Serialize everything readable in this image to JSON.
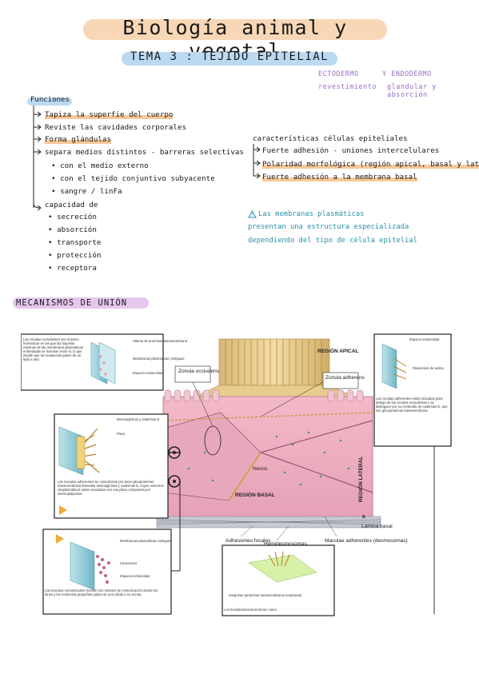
{
  "header": {
    "title": "Biología animal y vegetal",
    "subtitle": "TEMA 3 : TEJIDO EPITELIAL"
  },
  "origin_note": {
    "line1_a": "ECTODERMO",
    "line1_b": "Y ENDODERMO",
    "line2_a": "revestimiento",
    "line2_b": "glandular y absorción"
  },
  "funciones": {
    "heading": "Funciones",
    "items": [
      "Tapiza la superfie del cuerpo",
      "Reviste las cavidades corporales",
      "Forma glándulas",
      "separa medios distintos - barreras selectivas"
    ],
    "sub_items": [
      "con el medio externo",
      "con el tejido conjuntivo subyacente",
      "sangre / linFa"
    ],
    "capacidad_heading": "capacidad de",
    "capacidad_items": [
      "secreción",
      "absorción",
      "transporte",
      "protección",
      "receptora"
    ]
  },
  "caracteristicas": {
    "heading": "características células epiteliales",
    "items": [
      "Fuerte adhesión - uniones intercelulares",
      "Polaridad morfológica (región apical, basal y lateral)",
      "Fuerte adhesión a la membrana basal"
    ]
  },
  "warning_note": {
    "line1": "Las membranas plasmáticas",
    "line2": "presentan una estructura especializada",
    "line3": "dependiendo del tipo de célula epitelial"
  },
  "mecanismos": {
    "heading": "MECANISMOS DE UNIÓN"
  },
  "figure": {
    "labels": {
      "region_apical": "REGIÓN APICAL",
      "region_lateral": "REGIÓN LATERAL",
      "region_basal": "REGIÓN BASAL",
      "zonula_occludens": "Zonula occludens",
      "zonula_adherens": "Zonula adherens",
      "nexos": "Nexos",
      "lamina_basal": "Lámina basal",
      "adhesiones_focales": "Adhesiones focales",
      "hemidesmosomas": "Hemidesmosomas",
      "maculae": "Maculae adherentes (desmosomas)",
      "panel_b": "b",
      "desmogleinas": "Desmogleínas y caderinas E",
      "placa": "Placa",
      "hileras": "Hileras de proteínas transmembrana",
      "membranas_contiguas": "Membranas plasmáticas contiguas",
      "espacio_extracelular": "Espacio extracelular",
      "filamentos_actina": "Filamentos de actina",
      "conexones": "Conexones",
      "integrinas": "Integrinas (proteínas transmembrana receptoras)"
    },
    "captions": {
      "zonulas_occludentes": "Las zonulas occludentes son uniones herméticas en las que las hojuelas externas de las membranas plasmáticas enfrentadas se fusionan entre sí, lo que impide que las sustancias pasen de un lado a otro.",
      "maculas": "Las maculas adherentes se caracterizan por tener glicoproteínas transmembrana llamadas desmogleínas y caderinas E, cuyos extremos citoplasmáticos están asociados con una placa compuesta por desmoplaquinas.",
      "zonulas_adherentes": "Las zonulas adherentes están ubicadas justo debajo de las zonulas occludentes y se distinguen por su contenido de caderinas E, que son glicoproteínas transmembrana.",
      "maculas_comunicantes": "Las maculas comunicantes (nexos) son uniones de comunicación donde los iones y las moléculas pequeñas pasan de una célula a su vecina.",
      "hemidesmosomas": "Los hemidesmosomas tienen como"
    }
  }
}
